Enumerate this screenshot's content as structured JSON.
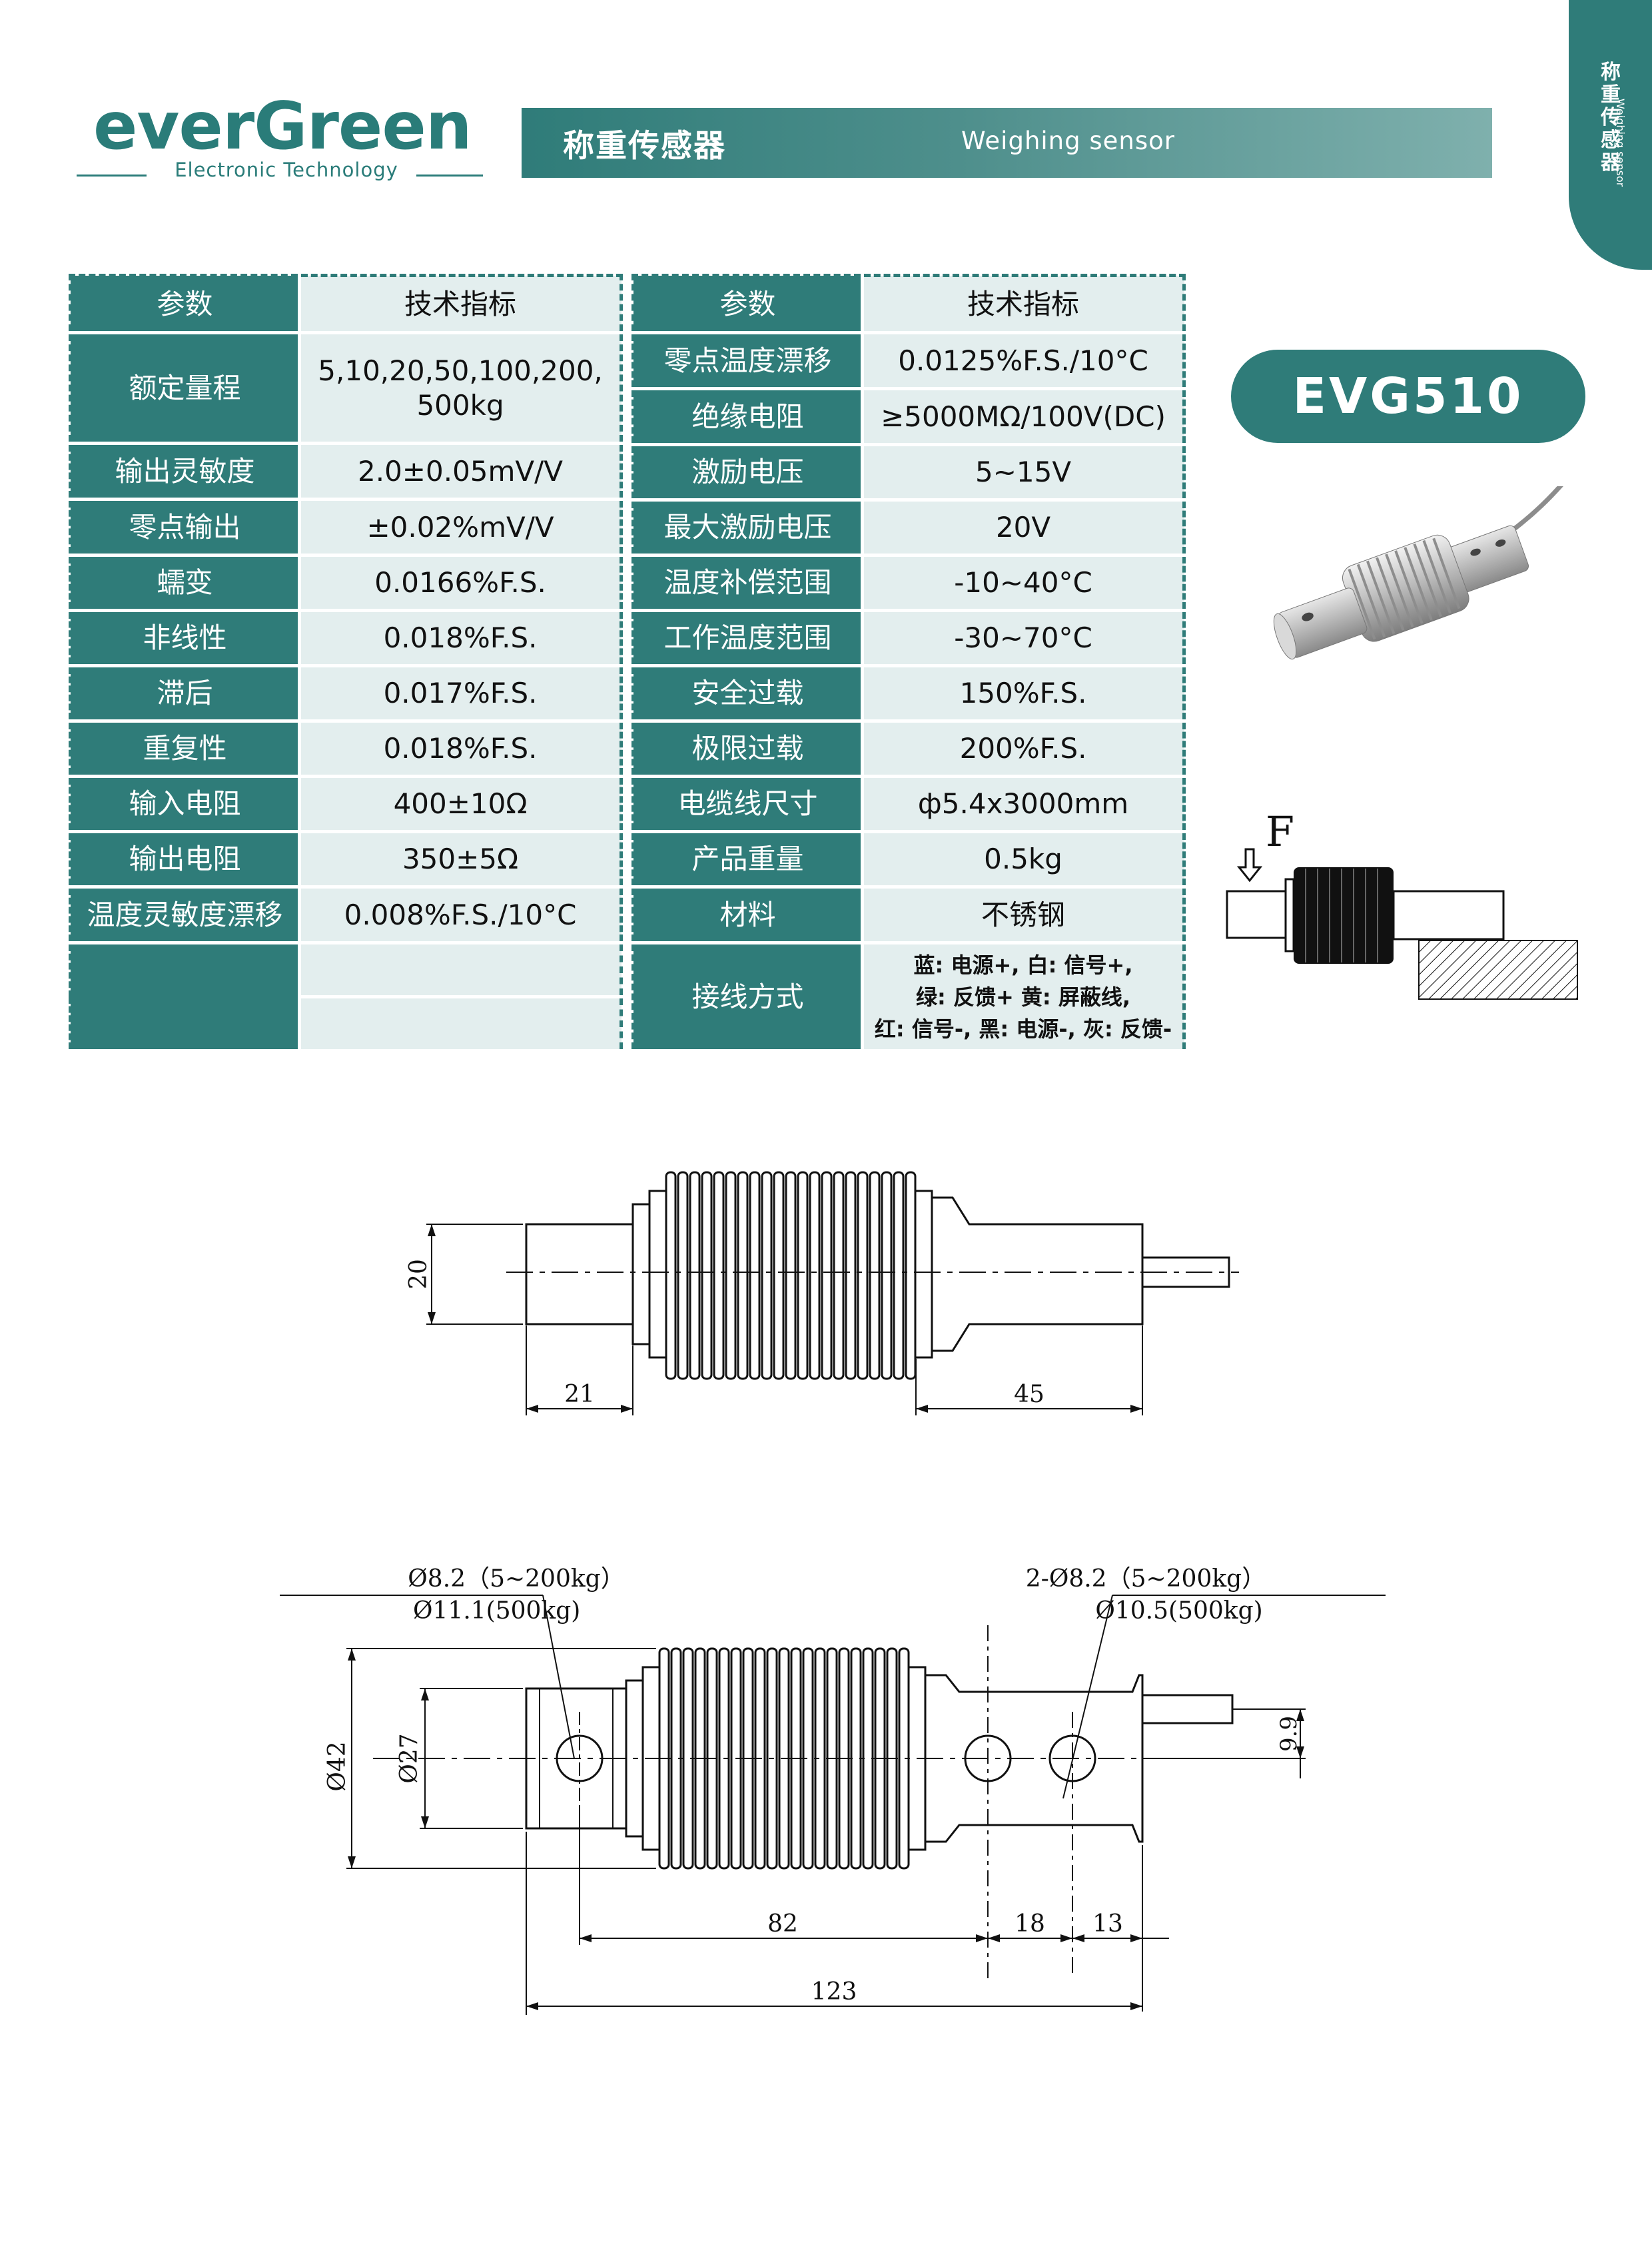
{
  "brand": {
    "name": "everGreen",
    "tagline": "Electronic Technology"
  },
  "header": {
    "title_cn": "称重传感器",
    "title_en": "Weighing sensor"
  },
  "side_tab": {
    "title_cn": "称重传感器",
    "title_en": "Weighing sensor"
  },
  "model": "EVG510",
  "colors": {
    "primary": "#2f7c79",
    "cell_light": "#e3eeee"
  },
  "spec_left": {
    "header": {
      "param": "参数",
      "value": "技术指标"
    },
    "rows": [
      {
        "param": "额定量程",
        "value": "5,10,20,50,100,200,\n500kg"
      },
      {
        "param": "输出灵敏度",
        "value": "2.0±0.05mV/V"
      },
      {
        "param": "零点输出",
        "value": "±0.02%mV/V"
      },
      {
        "param": "蠕变",
        "value": "0.0166%F.S."
      },
      {
        "param": "非线性",
        "value": "0.018%F.S."
      },
      {
        "param": "滞后",
        "value": "0.017%F.S."
      },
      {
        "param": "重复性",
        "value": "0.018%F.S."
      },
      {
        "param": "输入电阻",
        "value": "400±10Ω"
      },
      {
        "param": "输出电阻",
        "value": "350±5Ω"
      },
      {
        "param": "温度灵敏度漂移",
        "value": "0.008%F.S./10°C"
      }
    ]
  },
  "spec_right": {
    "header": {
      "param": "参数",
      "value": "技术指标"
    },
    "rows": [
      {
        "param": "零点温度漂移",
        "value": "0.0125%F.S./10°C"
      },
      {
        "param": "绝缘电阻",
        "value": "≥5000MΩ/100V(DC)"
      },
      {
        "param": "激励电压",
        "value": "5~15V"
      },
      {
        "param": "最大激励电压",
        "value": "20V"
      },
      {
        "param": "温度补偿范围",
        "value": "-10~40°C"
      },
      {
        "param": "工作温度范围",
        "value": "-30~70°C"
      },
      {
        "param": "安全过载",
        "value": "150%F.S."
      },
      {
        "param": "极限过载",
        "value": "200%F.S."
      },
      {
        "param": "电缆线尺寸",
        "value": "ф5.4x3000mm"
      },
      {
        "param": "产品重量",
        "value": "0.5kg"
      },
      {
        "param": "材料",
        "value": "不锈钢"
      }
    ],
    "wiring": {
      "param": "接线方式",
      "lines": [
        "蓝: 电源+, 白: 信号+,",
        "绿: 反馈+ 黄: 屏蔽线,",
        "红: 信号-, 黑: 电源-, 灰: 反馈-"
      ]
    }
  },
  "load_diagram": {
    "force_label": "F"
  },
  "side_view": {
    "dim_height": "20",
    "dim_left": "21",
    "dim_right": "45"
  },
  "top_view": {
    "note_left": [
      "Ø8.2（5~200kg）",
      "Ø11.1(500kg)"
    ],
    "note_right": [
      "2-Ø8.2（5~200kg）",
      "Ø10.5(500kg)"
    ],
    "dim_outer": "Ø42",
    "dim_inner": "Ø27",
    "dim_offset": "9.9",
    "dim_82": "82",
    "dim_18": "18",
    "dim_13": "13",
    "dim_total": "123"
  }
}
